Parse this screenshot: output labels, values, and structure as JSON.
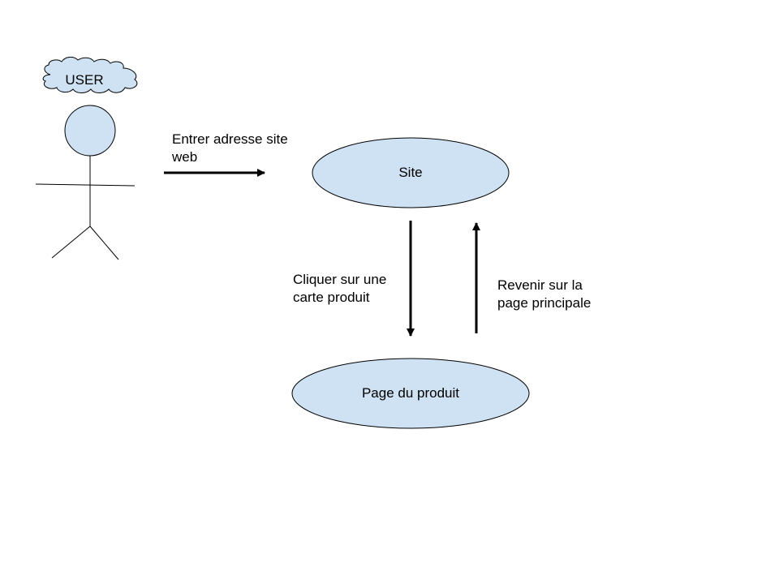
{
  "colors": {
    "shape_fill": "#cfe2f3",
    "stroke": "#000000",
    "background": "#ffffff"
  },
  "actor": {
    "cloud_label": "USER"
  },
  "nodes": {
    "site": "Site",
    "product_page": "Page du produit"
  },
  "edges": {
    "enter_url": "Entrer adresse site\nweb",
    "click_card": "Cliquer sur une\ncarte produit",
    "back_home": "Revenir sur la\npage principale"
  }
}
